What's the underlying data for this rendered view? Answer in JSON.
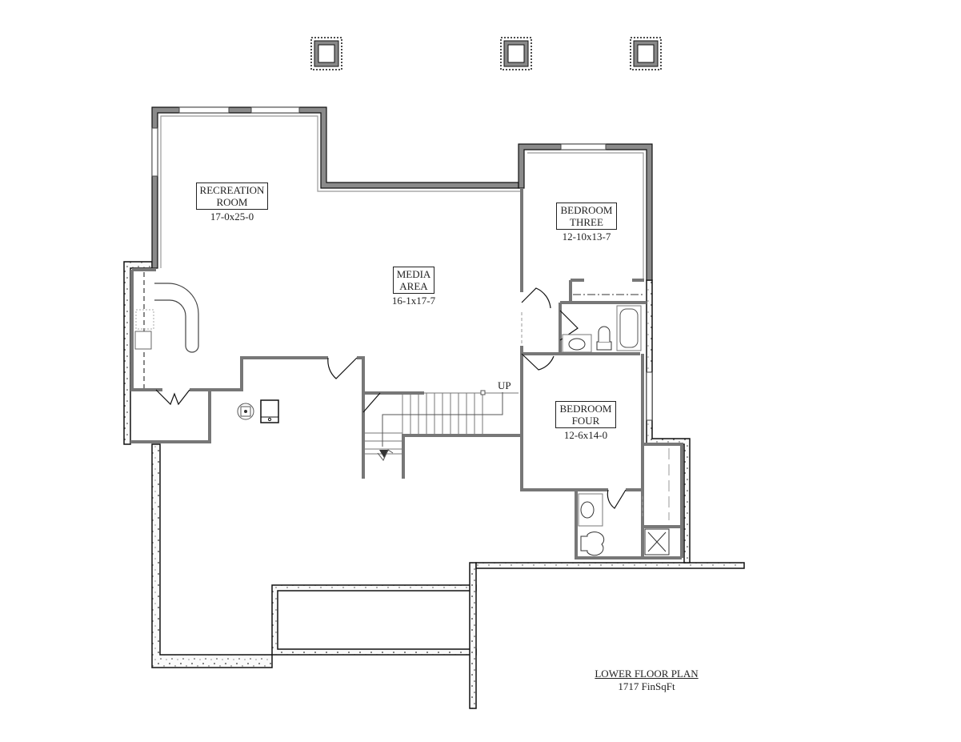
{
  "plan": {
    "title": "LOWER FLOOR PLAN",
    "finished_area": "1717 FinSqFt",
    "stair_label": "UP",
    "colors": {
      "wall_fill": "#8a8a8a",
      "wall_edge": "#111111",
      "foundation_fill": "#f4f4f4",
      "background": "#ffffff"
    }
  },
  "rooms": [
    {
      "name_line1": "RECREATION",
      "name_line2": "ROOM",
      "dimensions": "17-0x25-0"
    },
    {
      "name_line1": "MEDIA",
      "name_line2": "AREA",
      "dimensions": "16-1x17-7"
    },
    {
      "name_line1": "BEDROOM",
      "name_line2": "THREE",
      "dimensions": "12-10x13-7"
    },
    {
      "name_line1": "BEDROOM",
      "name_line2": "FOUR",
      "dimensions": "12-6x14-0"
    }
  ],
  "columns": [
    {
      "id": "column-1"
    },
    {
      "id": "column-2"
    },
    {
      "id": "column-3"
    }
  ]
}
